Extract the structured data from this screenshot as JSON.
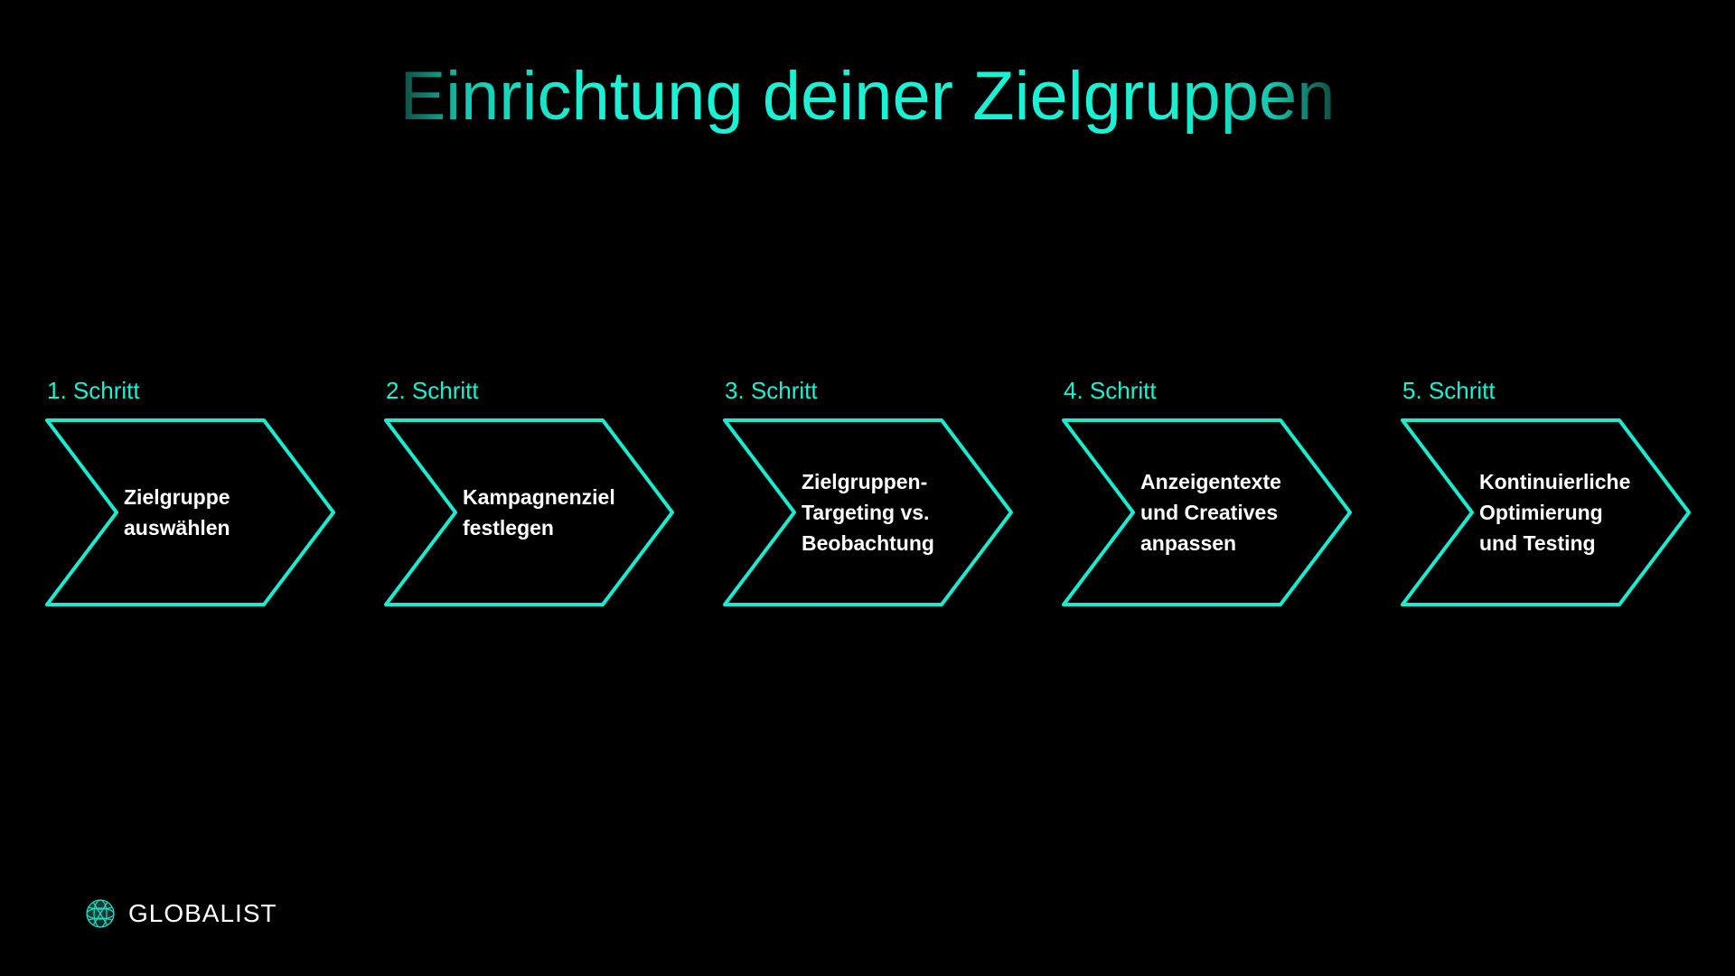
{
  "title": "Einrichtung deiner Zielgruppen",
  "steps": [
    {
      "label": "1. Schritt",
      "text": "Zielgruppe\nauswählen"
    },
    {
      "label": "2. Schritt",
      "text": "Kampagnenziel\nfestlegen"
    },
    {
      "label": "3. Schritt",
      "text": "Zielgruppen-\nTargeting vs.\nBeobachtung"
    },
    {
      "label": "4. Schritt",
      "text": "Anzeigentexte\nund Creatives\nanpassen"
    },
    {
      "label": "5. Schritt",
      "text": "Kontinuierliche\nOptimierung\nund Testing"
    }
  ],
  "brand": {
    "name": "GLOBALIST",
    "icon": "globe-mesh-icon"
  },
  "colors": {
    "accent": "#19f2d4",
    "background": "#000000",
    "text": "#ffffff"
  }
}
